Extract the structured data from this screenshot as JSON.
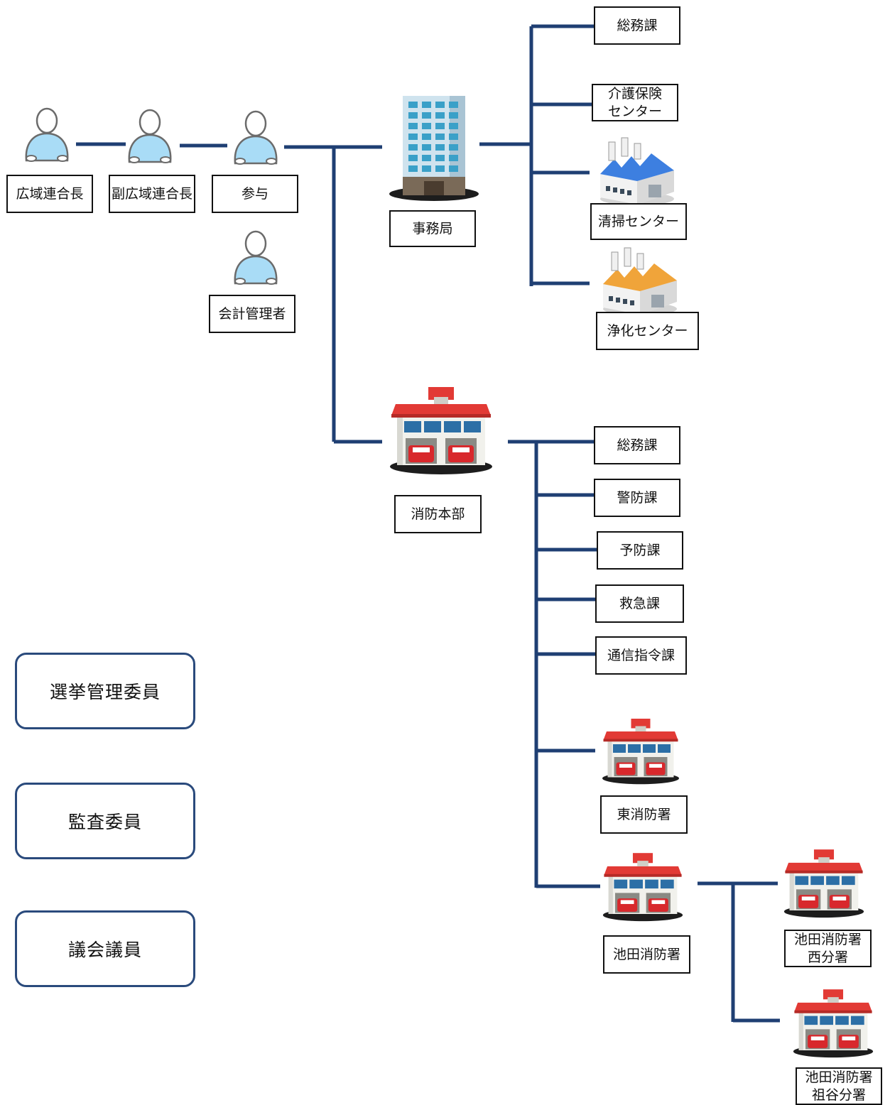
{
  "colors": {
    "line": "#1f3f73",
    "box_border": "#111111",
    "rounded_border": "#2a4a7c",
    "person_fill": "#a9dcf6",
    "roof_red": "#e23a35",
    "blue_roof": "#3d7fe0",
    "orange_roof": "#f0a43a"
  },
  "officials": {
    "chief": "広域連合長",
    "vice_chief": "副広域連合長",
    "councilor": "参与",
    "accounting": "会計管理者"
  },
  "secretariat": {
    "label": "事務局",
    "units": [
      "総務課",
      "介護保険センター",
      "清掃センター",
      "浄化センター"
    ],
    "care_center_lines": [
      "介護保険",
      "センター"
    ]
  },
  "fire_hq": {
    "label": "消防本部",
    "divisions": [
      "総務課",
      "警防課",
      "予防課",
      "救急課",
      "通信指令課"
    ],
    "east_station": "東消防署",
    "ikeda_station": "池田消防署",
    "west_branch": [
      "池田消防署",
      "西分署"
    ],
    "iya_branch": [
      "池田消防署",
      "祖谷分署"
    ]
  },
  "committees": [
    "選挙管理委員",
    "監査委員",
    "議会議員"
  ],
  "icons": [
    "person-icon",
    "office-building-icon",
    "cleaning-plant-icon",
    "purification-plant-icon",
    "fire-station-icon"
  ]
}
